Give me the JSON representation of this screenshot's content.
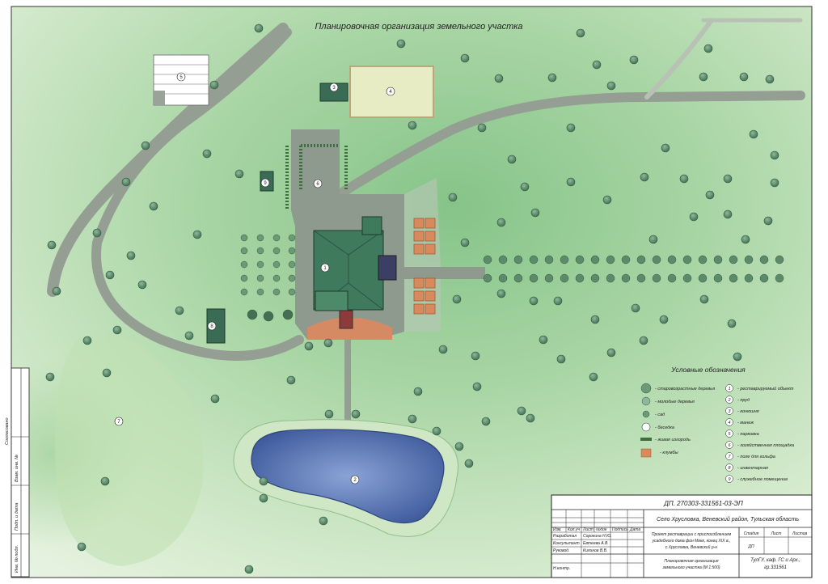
{
  "title": "Планировочная организация земельного участка",
  "legend": {
    "heading": "Условные обозначения",
    "symbols": [
      {
        "label": "- старовозрастные деревья"
      },
      {
        "label": "- молодые деревья"
      },
      {
        "label": "- сад"
      },
      {
        "label": "- беседка"
      },
      {
        "label": "- живая изгородь"
      },
      {
        "label": "- клумбы"
      }
    ],
    "numbered": [
      {
        "num": "1",
        "label": "- реставрируемый объект"
      },
      {
        "num": "2",
        "label": "- пруд"
      },
      {
        "num": "3",
        "label": "- конюшня"
      },
      {
        "num": "4",
        "label": "- манеж"
      },
      {
        "num": "5",
        "label": "- парковка"
      },
      {
        "num": "6",
        "label": "- хозяйственная площадка"
      },
      {
        "num": "7",
        "label": "- поле для гольфа"
      },
      {
        "num": "8",
        "label": "- инвентарная"
      },
      {
        "num": "9",
        "label": "- служебное помещение"
      }
    ]
  },
  "map_labels": [
    "1",
    "2",
    "3",
    "4",
    "5",
    "6",
    "7",
    "8",
    "9"
  ],
  "side_stamp": [
    "Согласовано",
    "Взам. инв. №",
    "Подп. и дата",
    "Инв. № подл."
  ],
  "title_block": {
    "doc_code": "ДП. 270303-331561-03-ЭП",
    "location": "Село Хрусловка, Веневский район, Тульская область",
    "col_headers": [
      "Изм.",
      "Кол.уч",
      "Лист",
      "№док",
      "Подпись",
      "Дата"
    ],
    "roles": [
      {
        "role": "Разработал",
        "name": "Сорокина Н.Ю."
      },
      {
        "role": "Консультант",
        "name": "Евтеева А.В."
      },
      {
        "role": "Руковод.",
        "name": "Килинов В.В."
      },
      {
        "role": "",
        "name": ""
      },
      {
        "role": "Н.контр.",
        "name": ""
      }
    ],
    "project_desc": [
      "Проект реставрации с приспособлением",
      "усадебного дома фон Мекк, конец XIX в.,",
      "с.Хрусловка, Веневский р-н"
    ],
    "stage_headers": [
      "Стадия",
      "Лист",
      "Листов"
    ],
    "stage_value": "ДП",
    "drawing_name": [
      "Планировочная организация",
      "земельного участка (М 1:500)"
    ],
    "org": [
      "ТулГУ, каф. ГС и Арх.,",
      "гр.331561"
    ]
  },
  "colors": {
    "grass": "#cfe6c0",
    "grass_dark": "#86c489",
    "road": "#8f9a8e",
    "pond": "#4f6aa8",
    "roof": "#3a6b55",
    "flowerbed": "#d98a5c",
    "tree": "#4a7a5a"
  }
}
